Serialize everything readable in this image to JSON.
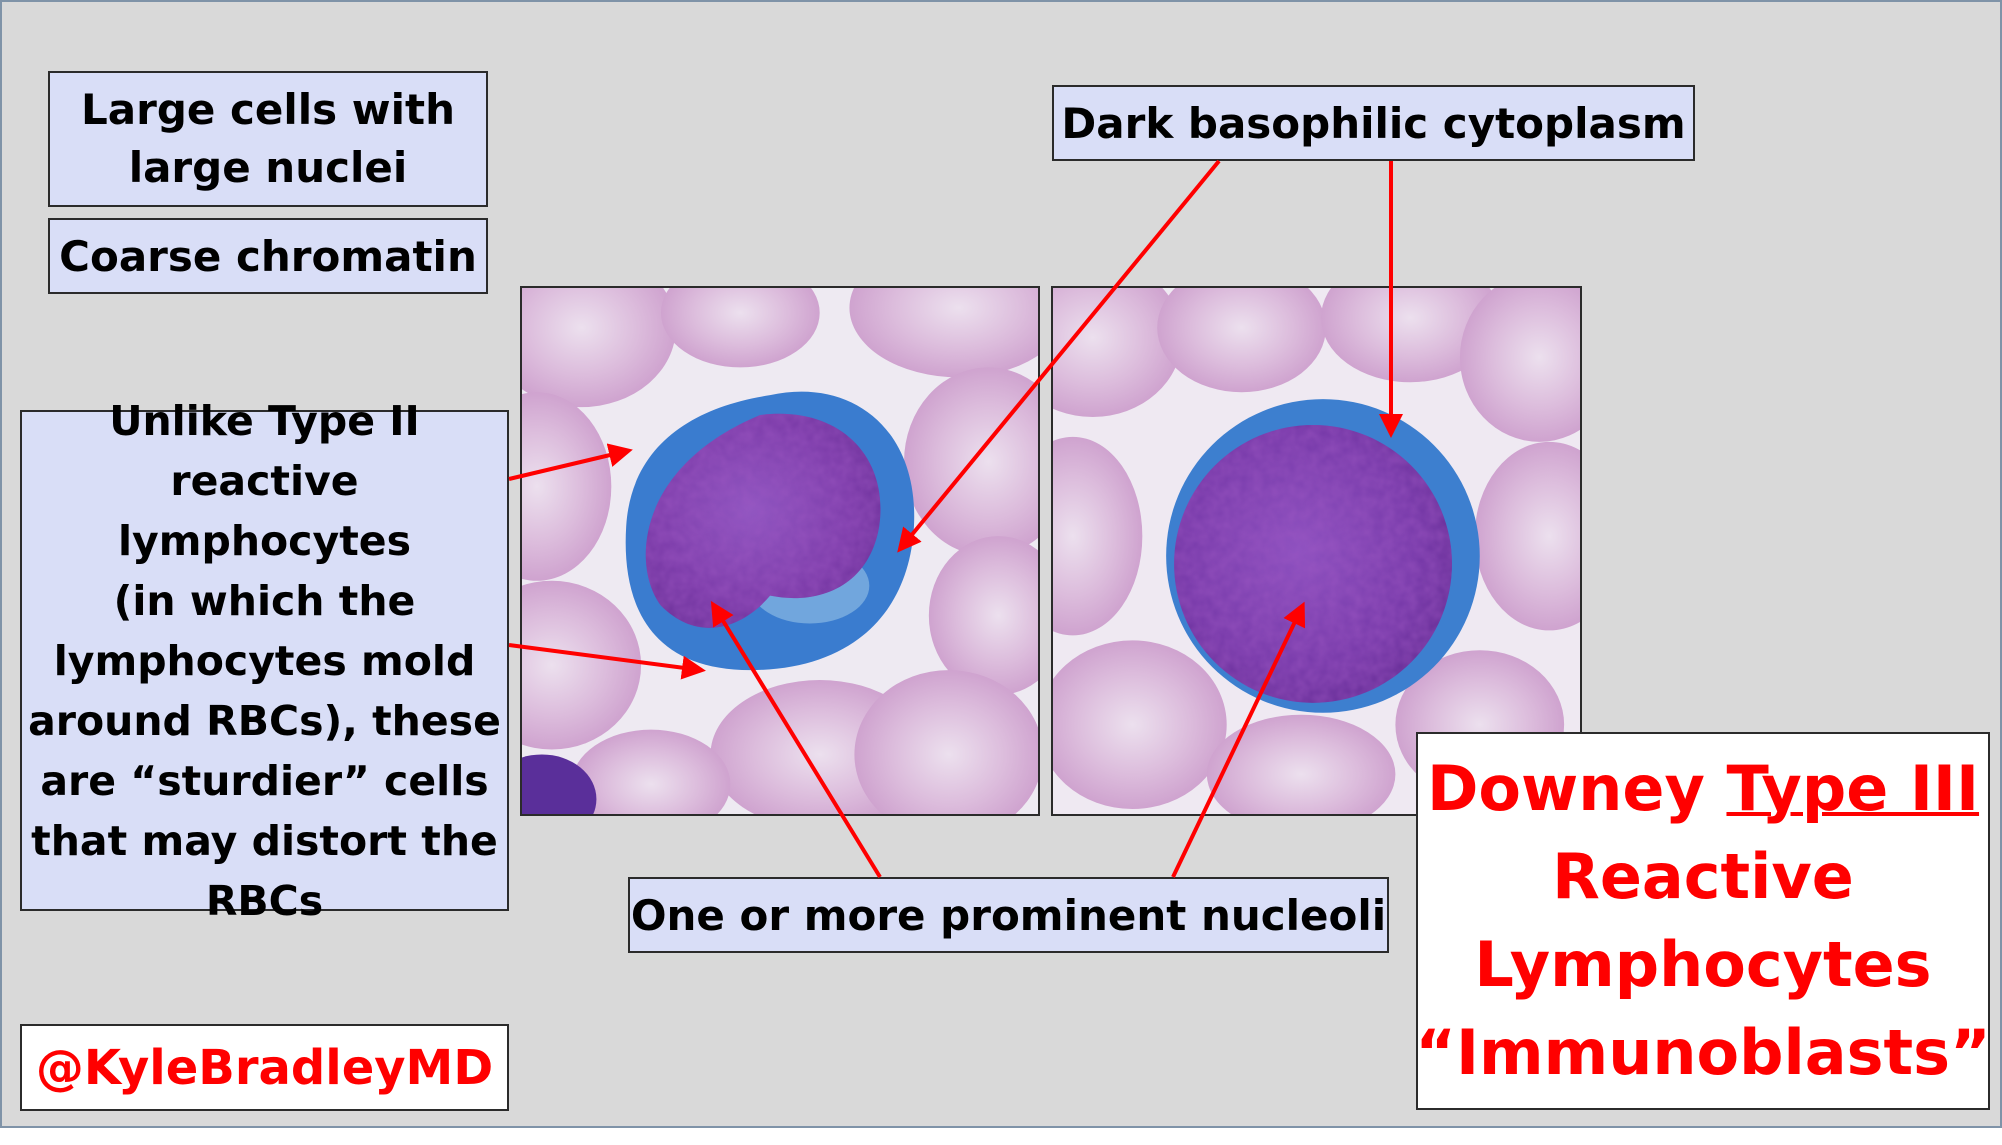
{
  "labels": {
    "large_cells": [
      "Large cells with",
      "large nuclei"
    ],
    "coarse_chromatin": "Coarse chromatin",
    "dark_cytoplasm": "Dark basophilic cytoplasm",
    "unlike_type2": [
      "Unlike Type II",
      "reactive lymphocytes",
      "(in which the",
      "lymphocytes mold",
      "around RBCs), these",
      "are “sturdier” cells",
      "that may distort the",
      "RBCs"
    ],
    "nucleoli": "One or more prominent nucleoli",
    "handle": "@KyleBradleyMD"
  },
  "title": {
    "line1_prefix": "Downey ",
    "line1_underlined": "Type III",
    "line2": "Reactive",
    "line3": "Lymphocytes",
    "line4": "“Immunoblasts”"
  },
  "colors": {
    "slide_background": "#d9d9d9",
    "label_box": "#d9def7",
    "arrow": "#ff0000",
    "title_text": "#ff0000",
    "cytoplasm": "#3f7fd0",
    "nucleus": "#7a3fb0",
    "rbc": "#d8b3d6"
  }
}
